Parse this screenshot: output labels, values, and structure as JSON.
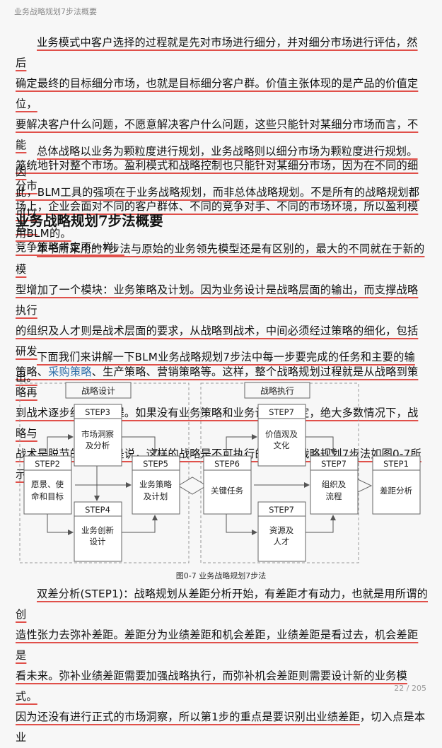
{
  "header": {
    "title": "业务战略规划7步法概要"
  },
  "para1": {
    "indent_line": "业务模式中客户选择的过程就是先对市场进行细分，并对细分市场进行评估，然后",
    "lines": [
      "确定最终的目标细分市场，也就是目标细分客户群。价值主张体现的是产品的价值定位，",
      "要解决客户什么问题，不愿意解决客户什么问题，这些只能针对某细分市场而言，不能",
      "笼统地针对整个市场。盈利模式和战略控制也只能针对某细分市场，因为在不同的细分市",
      "场上，企业会面对不同的客户群体、不同的竞争对手、不同的市场环境，所以盈利模式、",
      "竞争策略肯定不一样。"
    ]
  },
  "para2": {
    "indent_line": "总体战略以业务为颗粒度进行规划，业务战略则以细分市场为颗粒度进行规划。因",
    "lines": [
      "此，BLM工具的强项在于业务战略规划，而非总体战略规划。不是所有的战略规划都可以",
      "用BLM的。"
    ]
  },
  "section_heading": "业务战略规划7步法概要",
  "para3": {
    "indent_line": "本书所采用的7步法与原始的业务领先模型还是有区别的，最大的不同就在于新的模",
    "line2": "型增加了一个模块：业务策略及计划。因为业务设计是战略层面的输出，而支撑战略执行",
    "line3": "的组织及人才则是战术层面的要求，从战略到战术，中间必须经过策略的细化，包括研发",
    "line4_pre": "策略、",
    "line4_link": "采购策略",
    "line4_post": "、生产策略、营销策略等。这样，整个战略规划过程就是从战略到策略再",
    "line5": "到战术逐步细化的过程。如果没有业务策略和业务计划的制定，绝大多数情况下，战略与",
    "line6": "战术是脱节的，也就是说，这样的战略是不可执行的。业务战略规划7步法如图0-7所示。"
  },
  "para4": {
    "indent_line": "下面我们来讲解一下BLM业务战略规划7步法中每一步要完成的任务和主要的输出。"
  },
  "diagram": {
    "group_left": "战略设计",
    "group_right": "战略执行",
    "left_step3": {
      "step": "STEP3",
      "l1": "市场洞察",
      "l2": "及分析"
    },
    "left_step2": {
      "step": "STEP2",
      "l1": "愿景、使",
      "l2": "命和目标"
    },
    "left_step5": {
      "step": "STEP5",
      "l1": "业务策略",
      "l2": "及计划"
    },
    "left_step4": {
      "step": "STEP4",
      "l1": "业务创新",
      "l2": "设计"
    },
    "right_step7_top": {
      "step": "STEP7",
      "l1": "价值观及",
      "l2": "文化"
    },
    "right_step6": {
      "step": "STEP6",
      "l1": "关键任务"
    },
    "right_step7_mid": {
      "step": "STEP7",
      "l1": "组织及",
      "l2": "流程"
    },
    "right_step7_bot": {
      "step": "STEP7",
      "l1": "资源及",
      "l2": "人才"
    },
    "step1": {
      "step": "STEP1",
      "l1": "差距分析"
    }
  },
  "figure_caption": "图0-7 业务战略规划7步法",
  "para5": {
    "indent_line": "双差分析(STEP1)：战略规划从差距分析开始，有差距才有动力，也就是用所谓的创",
    "lines": [
      "造性张力去弥补差距。差距分为业绩差距和机会差距，业绩差距是看过去，机会差距是",
      "看未来。弥补业绩差距需要加强战略执行，而弥补机会差距则需要设计新的业务模式。"
    ],
    "last_ul": "因为还没有进行正式的市场洞察，所以第1步的重点是要识别出业绩差距",
    "last_rest": "，切入点是本业"
  },
  "page_number": "22 / 205"
}
